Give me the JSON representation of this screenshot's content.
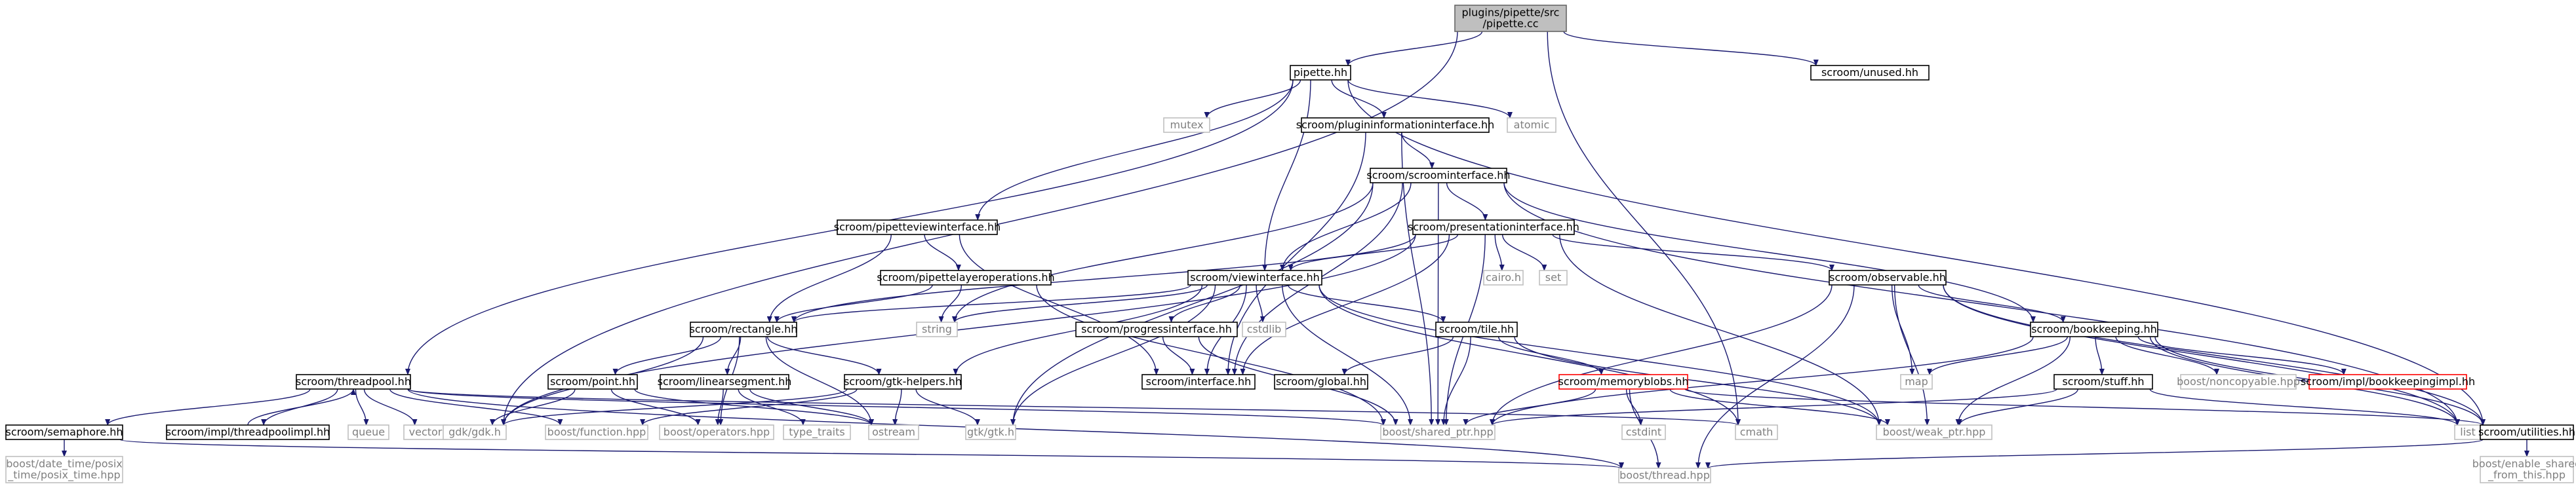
{
  "style": {
    "edge_color": "#191970",
    "default_border": "#000000",
    "default_text": "#000000",
    "external_border": "#bfbfbf",
    "external_text": "#7f7f7f",
    "missing_border": "#ff0000",
    "root_fill": "#bfbfbf"
  },
  "nodes": [
    {
      "id": "root",
      "lines": [
        "plugins/pipette/src",
        "/pipette.cc"
      ],
      "kind": "root"
    },
    {
      "id": "pipette_hh",
      "lines": [
        "pipette.hh"
      ],
      "kind": "normal"
    },
    {
      "id": "unused",
      "lines": [
        "scroom/unused.hh"
      ],
      "kind": "normal"
    },
    {
      "id": "mutex",
      "lines": [
        "mutex"
      ],
      "kind": "external"
    },
    {
      "id": "plugininfo",
      "lines": [
        "scroom/plugininformationinterface.hh"
      ],
      "kind": "normal"
    },
    {
      "id": "atomic",
      "lines": [
        "atomic"
      ],
      "kind": "external"
    },
    {
      "id": "scroomif",
      "lines": [
        "scroom/scroominterface.hh"
      ],
      "kind": "normal"
    },
    {
      "id": "pipetteview",
      "lines": [
        "scroom/pipetteviewinterface.hh"
      ],
      "kind": "normal"
    },
    {
      "id": "presentation",
      "lines": [
        "scroom/presentationinterface.hh"
      ],
      "kind": "normal"
    },
    {
      "id": "pipettelayer",
      "lines": [
        "scroom/pipettelayeroperations.hh"
      ],
      "kind": "normal"
    },
    {
      "id": "viewif",
      "lines": [
        "scroom/viewinterface.hh"
      ],
      "kind": "normal"
    },
    {
      "id": "cairo",
      "lines": [
        "cairo.h"
      ],
      "kind": "external"
    },
    {
      "id": "set",
      "lines": [
        "set"
      ],
      "kind": "external"
    },
    {
      "id": "observable",
      "lines": [
        "scroom/observable.hh"
      ],
      "kind": "normal"
    },
    {
      "id": "rectangle",
      "lines": [
        "scroom/rectangle.hh"
      ],
      "kind": "normal"
    },
    {
      "id": "string",
      "lines": [
        "string"
      ],
      "kind": "external"
    },
    {
      "id": "progress",
      "lines": [
        "scroom/progressinterface.hh"
      ],
      "kind": "normal"
    },
    {
      "id": "cstdlib",
      "lines": [
        "cstdlib"
      ],
      "kind": "external"
    },
    {
      "id": "tile",
      "lines": [
        "scroom/tile.hh"
      ],
      "kind": "normal"
    },
    {
      "id": "bookkeeping",
      "lines": [
        "scroom/bookkeeping.hh"
      ],
      "kind": "normal"
    },
    {
      "id": "map",
      "lines": [
        "map"
      ],
      "kind": "external"
    },
    {
      "id": "threadpool",
      "lines": [
        "scroom/threadpool.hh"
      ],
      "kind": "normal"
    },
    {
      "id": "point",
      "lines": [
        "scroom/point.hh"
      ],
      "kind": "normal"
    },
    {
      "id": "linesegment",
      "lines": [
        "scroom/linearsegment.hh"
      ],
      "kind": "normal"
    },
    {
      "id": "gtkhelpers",
      "lines": [
        "scroom/gtk-helpers.hh"
      ],
      "kind": "normal"
    },
    {
      "id": "interface",
      "lines": [
        "scroom/interface.hh"
      ],
      "kind": "normal"
    },
    {
      "id": "global",
      "lines": [
        "scroom/global.hh"
      ],
      "kind": "normal"
    },
    {
      "id": "memblobs",
      "lines": [
        "scroom/memoryblobs.hh"
      ],
      "kind": "missing"
    },
    {
      "id": "stuff",
      "lines": [
        "scroom/stuff.hh"
      ],
      "kind": "normal"
    },
    {
      "id": "noncopyable",
      "lines": [
        "boost/noncopyable.hpp"
      ],
      "kind": "external"
    },
    {
      "id": "bkimpl",
      "lines": [
        "scroom/impl/bookkeepingimpl.hh"
      ],
      "kind": "missing"
    },
    {
      "id": "semaphore",
      "lines": [
        "scroom/semaphore.hh"
      ],
      "kind": "normal"
    },
    {
      "id": "tpimpl",
      "lines": [
        "scroom/impl/threadpoolimpl.hh"
      ],
      "kind": "normal"
    },
    {
      "id": "queue",
      "lines": [
        "queue"
      ],
      "kind": "external"
    },
    {
      "id": "vector",
      "lines": [
        "vector"
      ],
      "kind": "external"
    },
    {
      "id": "gdk",
      "lines": [
        "gdk/gdk.h"
      ],
      "kind": "external"
    },
    {
      "id": "function",
      "lines": [
        "boost/function.hpp"
      ],
      "kind": "external"
    },
    {
      "id": "operators",
      "lines": [
        "boost/operators.hpp"
      ],
      "kind": "external"
    },
    {
      "id": "typetraits",
      "lines": [
        "type_traits"
      ],
      "kind": "external"
    },
    {
      "id": "ostream",
      "lines": [
        "ostream"
      ],
      "kind": "external"
    },
    {
      "id": "gtk",
      "lines": [
        "gtk/gtk.h"
      ],
      "kind": "external"
    },
    {
      "id": "sharedptr",
      "lines": [
        "boost/shared_ptr.hpp"
      ],
      "kind": "external"
    },
    {
      "id": "cstdint",
      "lines": [
        "cstdint"
      ],
      "kind": "external"
    },
    {
      "id": "cmath",
      "lines": [
        "cmath"
      ],
      "kind": "external"
    },
    {
      "id": "weakptr",
      "lines": [
        "boost/weak_ptr.hpp"
      ],
      "kind": "external"
    },
    {
      "id": "list",
      "lines": [
        "list"
      ],
      "kind": "external"
    },
    {
      "id": "utilities",
      "lines": [
        "scroom/utilities.hh"
      ],
      "kind": "normal"
    },
    {
      "id": "posixtime",
      "lines": [
        "boost/date_time/posix",
        "_time/posix_time.hpp"
      ],
      "kind": "external"
    },
    {
      "id": "thread",
      "lines": [
        "boost/thread.hpp"
      ],
      "kind": "external"
    },
    {
      "id": "enableshared",
      "lines": [
        "boost/enable_shared",
        "_from_this.hpp"
      ],
      "kind": "external"
    }
  ],
  "edges": [
    [
      "root",
      "pipette_hh"
    ],
    [
      "root",
      "unused"
    ],
    [
      "root",
      "gdk"
    ],
    [
      "root",
      "cmath"
    ],
    [
      "pipette_hh",
      "mutex"
    ],
    [
      "pipette_hh",
      "plugininfo"
    ],
    [
      "pipette_hh",
      "atomic"
    ],
    [
      "pipette_hh",
      "pipetteview"
    ],
    [
      "pipette_hh",
      "viewif"
    ],
    [
      "pipette_hh",
      "threadpool"
    ],
    [
      "pipette_hh",
      "utilities"
    ],
    [
      "plugininfo",
      "scroomif"
    ],
    [
      "plugininfo",
      "interface"
    ],
    [
      "plugininfo",
      "sharedptr"
    ],
    [
      "scroomif",
      "presentation"
    ],
    [
      "scroomif",
      "viewif"
    ],
    [
      "scroomif",
      "interface"
    ],
    [
      "scroomif",
      "sharedptr"
    ],
    [
      "scroomif",
      "gtk"
    ],
    [
      "scroomif",
      "string"
    ],
    [
      "scroomif",
      "bookkeeping"
    ],
    [
      "scroomif",
      "list"
    ],
    [
      "pipetteview",
      "pipettelayer"
    ],
    [
      "pipetteview",
      "rectangle"
    ],
    [
      "pipetteview",
      "interface"
    ],
    [
      "pipettelayer",
      "rectangle"
    ],
    [
      "pipettelayer",
      "string"
    ],
    [
      "pipettelayer",
      "sharedptr"
    ],
    [
      "presentation",
      "viewif"
    ],
    [
      "presentation",
      "cairo"
    ],
    [
      "presentation",
      "set"
    ],
    [
      "presentation",
      "observable"
    ],
    [
      "presentation",
      "rectangle"
    ],
    [
      "presentation",
      "interface"
    ],
    [
      "presentation",
      "sharedptr"
    ],
    [
      "presentation",
      "weakptr"
    ],
    [
      "presentation",
      "gdk"
    ],
    [
      "viewif",
      "rectangle"
    ],
    [
      "viewif",
      "string"
    ],
    [
      "viewif",
      "progress"
    ],
    [
      "viewif",
      "cstdlib"
    ],
    [
      "viewif",
      "tile"
    ],
    [
      "viewif",
      "interface"
    ],
    [
      "viewif",
      "gtk"
    ],
    [
      "viewif",
      "gtkhelpers"
    ],
    [
      "viewif",
      "sharedptr"
    ],
    [
      "viewif",
      "weakptr"
    ],
    [
      "viewif",
      "cmath"
    ],
    [
      "progress",
      "interface"
    ],
    [
      "progress",
      "sharedptr"
    ],
    [
      "tile",
      "global"
    ],
    [
      "tile",
      "memblobs"
    ],
    [
      "tile",
      "sharedptr"
    ],
    [
      "tile",
      "weakptr"
    ],
    [
      "observable",
      "bookkeeping"
    ],
    [
      "observable",
      "map"
    ],
    [
      "observable",
      "sharedptr"
    ],
    [
      "observable",
      "weakptr"
    ],
    [
      "observable",
      "list"
    ],
    [
      "observable",
      "utilities"
    ],
    [
      "observable",
      "thread"
    ],
    [
      "bookkeeping",
      "stuff"
    ],
    [
      "bookkeeping",
      "noncopyable"
    ],
    [
      "bookkeeping",
      "bkimpl"
    ],
    [
      "bookkeeping",
      "map"
    ],
    [
      "bookkeeping",
      "list"
    ],
    [
      "bookkeeping",
      "sharedptr"
    ],
    [
      "bookkeeping",
      "weakptr"
    ],
    [
      "bookkeeping",
      "utilities"
    ],
    [
      "rectangle",
      "point"
    ],
    [
      "rectangle",
      "linesegment"
    ],
    [
      "rectangle",
      "gtkhelpers"
    ],
    [
      "rectangle",
      "operators"
    ],
    [
      "rectangle",
      "ostream"
    ],
    [
      "rectangle",
      "gdk"
    ],
    [
      "point",
      "gdk"
    ],
    [
      "point",
      "operators"
    ],
    [
      "point",
      "ostream"
    ],
    [
      "linesegment",
      "operators"
    ],
    [
      "linesegment",
      "typetraits"
    ],
    [
      "linesegment",
      "ostream"
    ],
    [
      "gtkhelpers",
      "function"
    ],
    [
      "gtkhelpers",
      "gtk"
    ],
    [
      "gtkhelpers",
      "ostream"
    ],
    [
      "gtkhelpers",
      "gdk"
    ],
    [
      "memblobs",
      "sharedptr"
    ],
    [
      "memblobs",
      "cstdint"
    ],
    [
      "memblobs",
      "weakptr"
    ],
    [
      "memblobs",
      "thread"
    ],
    [
      "memblobs",
      "utilities"
    ],
    [
      "stuff",
      "sharedptr"
    ],
    [
      "stuff",
      "weakptr"
    ],
    [
      "stuff",
      "list"
    ],
    [
      "threadpool",
      "semaphore"
    ],
    [
      "threadpool",
      "tpimpl"
    ],
    [
      "threadpool",
      "queue"
    ],
    [
      "threadpool",
      "vector"
    ],
    [
      "threadpool",
      "function"
    ],
    [
      "threadpool",
      "sharedptr"
    ],
    [
      "threadpool",
      "cmath"
    ],
    [
      "threadpool",
      "thread"
    ],
    [
      "tpimpl",
      "threadpool"
    ],
    [
      "semaphore",
      "posixtime"
    ],
    [
      "semaphore",
      "thread"
    ],
    [
      "utilities",
      "enableshared"
    ],
    [
      "utilities",
      "thread"
    ]
  ]
}
